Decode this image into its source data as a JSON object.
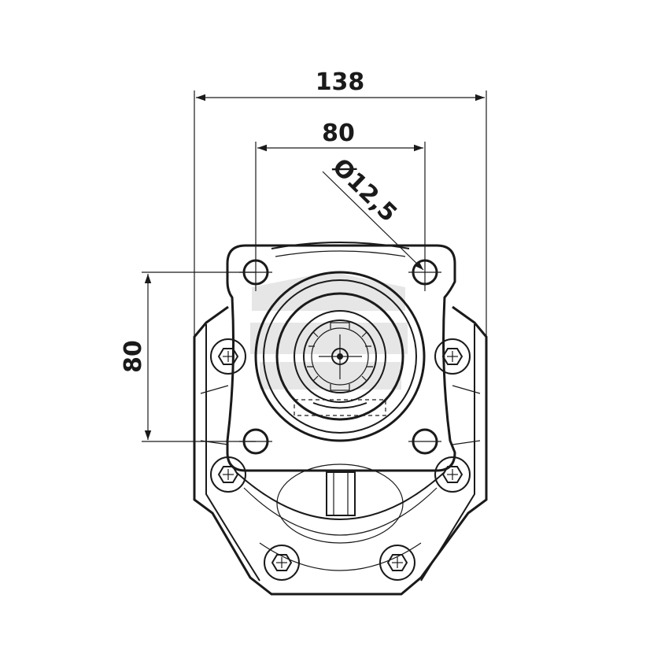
{
  "dimensions": {
    "overall_width": "138",
    "bolt_spacing_horizontal": "80",
    "bolt_hole_diameter": "Ø12,5",
    "bolt_spacing_vertical": "80"
  },
  "colors": {
    "line": "#1a1a1a",
    "background": "#ffffff",
    "watermark": "#b8b8b8"
  }
}
